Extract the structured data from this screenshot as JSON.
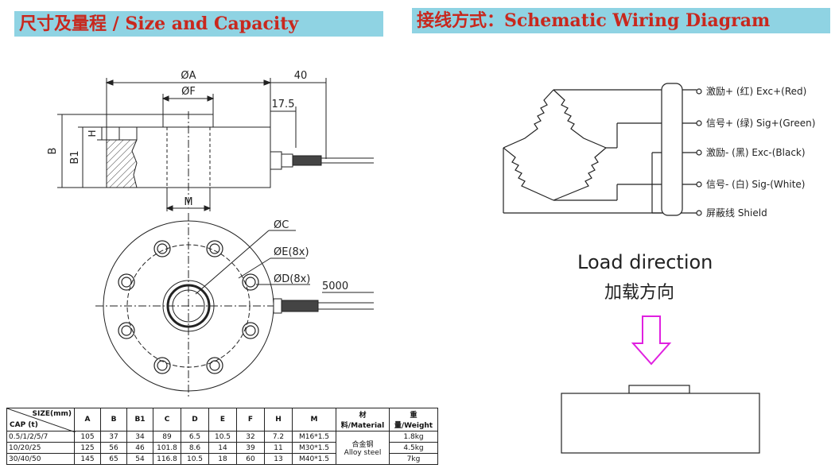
{
  "headers": {
    "left": "尺寸及量程 / Size and Capacity",
    "right": "接线方式：Schematic Wiring Diagram"
  },
  "drawing": {
    "dim_a": "ØA",
    "dim_f": "ØF",
    "dim_40": "40",
    "dim_175": "17.5",
    "dim_b": "B",
    "dim_b1": "B1",
    "dim_h": "H",
    "dim_m": "M",
    "dim_c": "ØC",
    "dim_e": "ØE(8x)",
    "dim_d": "ØD(8x)",
    "dim_5000": "5000"
  },
  "wiring": {
    "items": [
      "激励+ (红) Exc+(Red)",
      "信号+ (绿) Sig+(Green)",
      "激励- (黑) Exc-(Black)",
      "信号- (白) Sig-(White)",
      "屏蔽线 Shield"
    ]
  },
  "load": {
    "en": "Load direction",
    "cn": "加载方向",
    "arrow_color": "#e020e0"
  },
  "table": {
    "corner_top": "SIZE(mm)",
    "corner_bottom": "CAP (t)",
    "columns": [
      "A",
      "B",
      "B1",
      "C",
      "D",
      "E",
      "F",
      "H",
      "M",
      "材料/Material",
      "重量/Weight"
    ],
    "rows": [
      {
        "cap": "0.5/1/2/5/7",
        "cells": [
          "105",
          "37",
          "34",
          "89",
          "6.5",
          "10.5",
          "32",
          "7.2",
          "M16*1.5"
        ],
        "weight": "1.8kg"
      },
      {
        "cap": "10/20/25",
        "cells": [
          "125",
          "56",
          "46",
          "101.8",
          "8.6",
          "14",
          "39",
          "11",
          "M30*1.5"
        ],
        "weight": "4.5kg"
      },
      {
        "cap": "30/40/50",
        "cells": [
          "145",
          "65",
          "54",
          "116.8",
          "10.5",
          "18",
          "60",
          "13",
          "M40*1.5"
        ],
        "weight": "7kg"
      }
    ],
    "material_cn": "合金钢",
    "material_en": "Alloy steel"
  }
}
